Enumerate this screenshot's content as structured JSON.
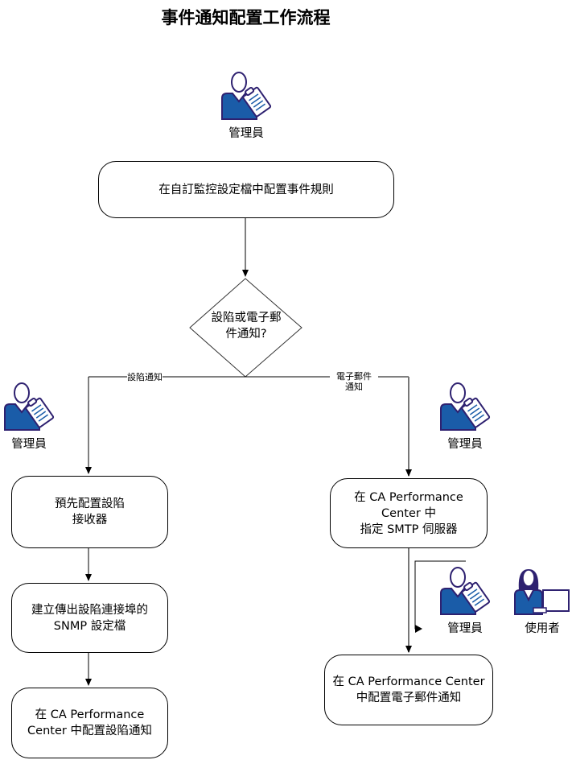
{
  "title": "事件通知配置工作流程",
  "colors": {
    "icon_primary": "#1a5ca8",
    "icon_outline": "#2e2170",
    "line": "#000000",
    "box_border": "#000000"
  },
  "actors": {
    "top_admin": {
      "label": "管理員",
      "icon": "admin-clipboard-icon"
    },
    "left_admin": {
      "label": "管理員",
      "icon": "admin-clipboard-icon"
    },
    "right_admin": {
      "label": "管理員",
      "icon": "admin-clipboard-icon"
    },
    "bottom_admin": {
      "label": "管理員",
      "icon": "admin-clipboard-icon"
    },
    "user": {
      "label": "使用者",
      "icon": "user-laptop-icon"
    }
  },
  "steps": {
    "configure_event_rules": "在自訂監控設定檔中配置事件規則",
    "decision": "設陷或電子郵\n件通知?",
    "preconfigure_trap_receiver": "預先配置設陷\n接收器",
    "create_snmp_profile": "建立傳出設陷連接埠的\nSNMP 設定檔",
    "configure_trap_notification": "在 CA Performance\nCenter 中配置設陷通知",
    "specify_smtp_server": "在 CA Performance\nCenter 中\n指定 SMTP 伺服器",
    "configure_email_notification": "在 CA Performance Center\n中配置電子郵件通知"
  },
  "edge_labels": {
    "trap": "設陷通知",
    "email": "電子郵件\n通知"
  }
}
